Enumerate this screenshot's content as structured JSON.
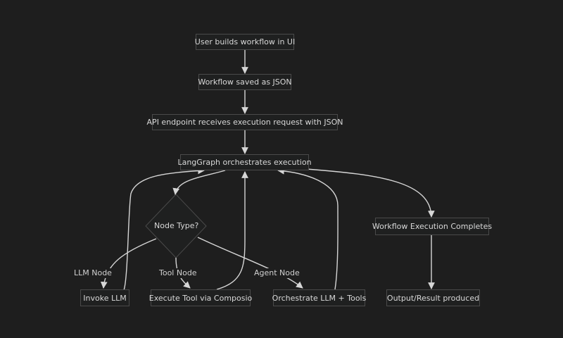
{
  "nodes": {
    "user_builds": "User builds workflow in UI",
    "saved_json": "Workflow saved as JSON",
    "api_endpoint": "API endpoint receives execution request with JSON",
    "langgraph": "LangGraph orchestrates execution",
    "node_type": "Node Type?",
    "invoke_llm": "Invoke LLM",
    "execute_tool": "Execute Tool via Composio",
    "orchestrate": "Orchestrate LLM + Tools",
    "completes": "Workflow Execution Completes",
    "output": "Output/Result produced"
  },
  "edge_labels": {
    "llm_node": "LLM Node",
    "tool_node": "Tool Node",
    "agent_node": "Agent Node"
  },
  "colors": {
    "background": "#1e1e1e",
    "node_fill": "#1f2020",
    "node_border": "#4a4a4a",
    "text": "#d8d8d8",
    "edge": "#d6d6d6"
  }
}
